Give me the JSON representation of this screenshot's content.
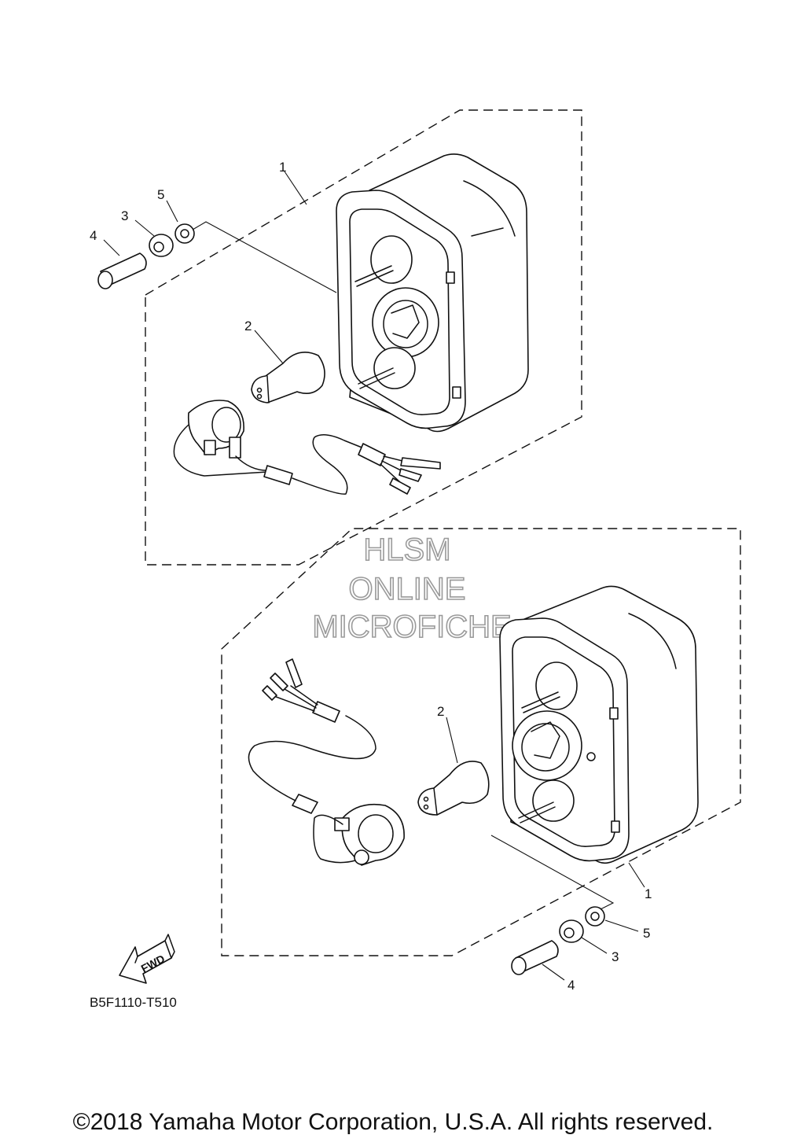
{
  "callouts_upper": {
    "c1": "1",
    "c2": "2",
    "c3": "3",
    "c4": "4",
    "c5": "5"
  },
  "callouts_lower": {
    "c1": "1",
    "c2": "2",
    "c3": "3",
    "c4": "4",
    "c5": "5"
  },
  "watermark": {
    "line1": "HLSM",
    "line2": "ONLINE",
    "line3": "MICROFICHE"
  },
  "fwd_label": "FWD",
  "diagram_ref": "B5F1110-T510",
  "copyright": "©2018 Yamaha Motor Corporation, U.S.A. All rights reserved."
}
